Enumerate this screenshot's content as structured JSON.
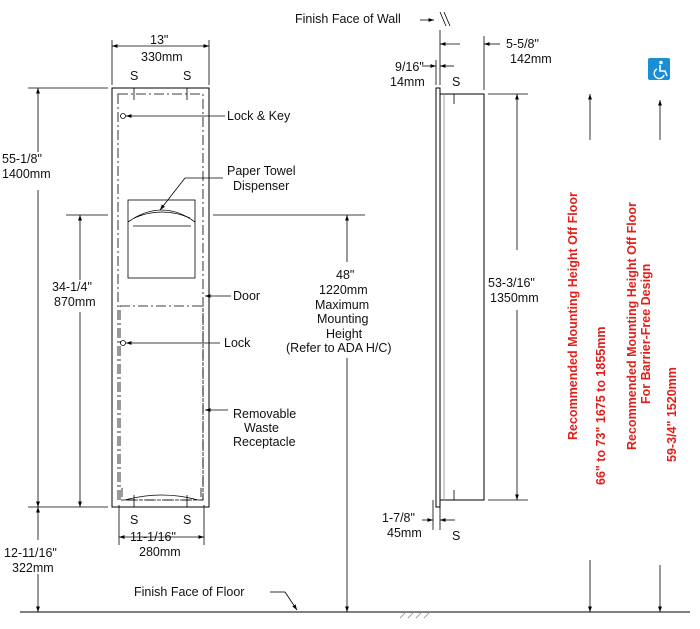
{
  "labels": {
    "finish_face_wall": "Finish Face of Wall",
    "finish_face_floor": "Finish Face of Floor",
    "lock_key": "Lock & Key",
    "paper_towel_1": "Paper Towel",
    "paper_towel_2": "Dispenser",
    "door": "Door",
    "lock": "Lock",
    "waste_1": "Removable",
    "waste_2": "Waste",
    "waste_3": "Receptacle",
    "s": "S"
  },
  "dimensions": {
    "width_in": "13\"",
    "width_mm": "330mm",
    "height_in": "55-1/8\"",
    "height_mm": "1400mm",
    "door_in": "34-1/4\"",
    "door_mm": "870mm",
    "max_in": "48\"",
    "max_mm": "1220mm",
    "max_1": "Maximum",
    "max_2": "Mounting",
    "max_3": "Height",
    "max_4": "(Refer to ADA H/C)",
    "bottom_width_in": "11-1/16\"",
    "bottom_width_mm": "280mm",
    "floor_in": "12-11/16\"",
    "floor_mm": "322mm",
    "flange_in": "9/16\"",
    "flange_mm": "14mm",
    "depth_in": "5-5/8\"",
    "depth_mm": "142mm",
    "side_height_in": "53-3/16\"",
    "side_height_mm": "1350mm",
    "side_bottom_in": "1-7/8\"",
    "side_bottom_mm": "45mm"
  },
  "recommendations": {
    "standard_title": "Recommended Mounting Height Off Floor",
    "standard_value": "66\" to 73\"   1675 to 1855mm",
    "barrier_title_1": "Recommended Mounting Height Off Floor",
    "barrier_title_2": "For Barrier-Free Design",
    "barrier_value": "59-3/4\"   1520mm"
  },
  "colors": {
    "accent_red": "#e0201b",
    "ada_blue": "#1a8fd6"
  },
  "icons": {
    "ada": "wheelchair-icon"
  }
}
